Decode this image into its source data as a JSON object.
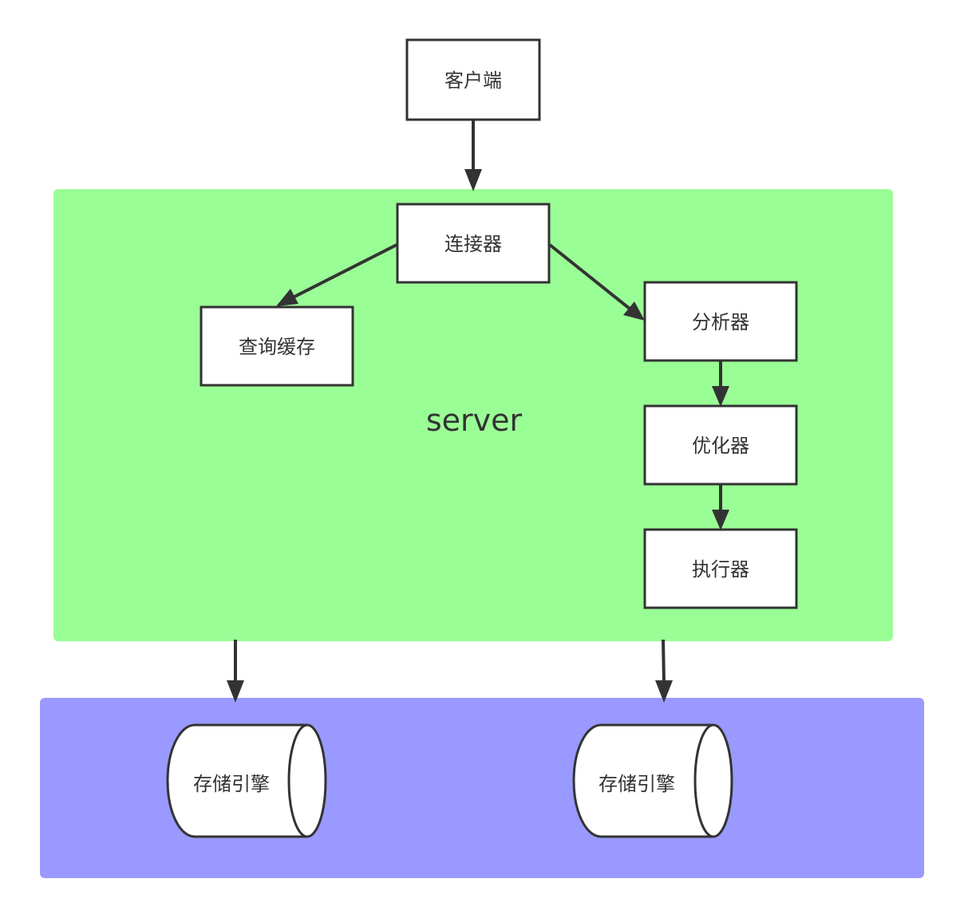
{
  "colors": {
    "server_region": "#9afe96",
    "storage_region": "#9999ff",
    "stroke": "#333333",
    "box_fill": "#ffffff"
  },
  "nodes": {
    "client": "客户端",
    "connector": "连接器",
    "query_cache": "查询缓存",
    "analyzer": "分析器",
    "optimizer": "优化器",
    "executor": "执行器",
    "storage_engine_1": "存储引擎",
    "storage_engine_2": "存储引擎"
  },
  "regions": {
    "server_label": "server"
  }
}
